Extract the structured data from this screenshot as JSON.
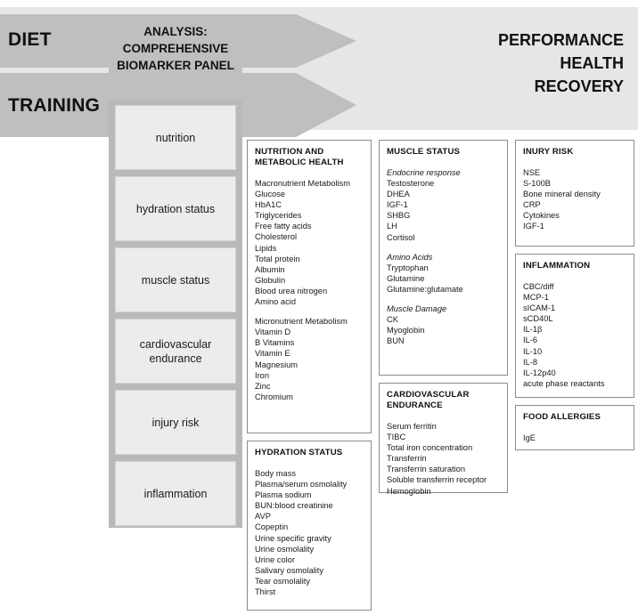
{
  "header": {
    "inputs": [
      {
        "label": "DIET"
      },
      {
        "label": "TRAINING"
      }
    ],
    "analysis_title_line1": "ANALYSIS:",
    "analysis_title_line2": "COMPREHENSIVE",
    "analysis_title_line3": "BIOMARKER PANEL",
    "outcomes": [
      {
        "label": "PERFORMANCE"
      },
      {
        "label": "HEALTH"
      },
      {
        "label": "RECOVERY"
      }
    ],
    "colors": {
      "band_background": "#e6e6e6",
      "arrow_fill": "#bfbfbf",
      "sidebar_backing": "#b9b9b9",
      "category_box_fill": "#ececec"
    }
  },
  "categories": [
    {
      "label": "nutrition"
    },
    {
      "label": "hydration status"
    },
    {
      "label": "muscle status"
    },
    {
      "label": "cardiovascular endurance"
    },
    {
      "label": "injury risk"
    },
    {
      "label": "inflammation"
    }
  ],
  "panels": [
    {
      "id": "nutrition",
      "title": "NUTRITION AND METABOLIC HEALTH",
      "items": [
        {
          "text": "Macronutrient Metabolism",
          "style": "plain"
        },
        {
          "text": "Glucose",
          "style": "plain"
        },
        {
          "text": "HbA1C",
          "style": "plain"
        },
        {
          "text": "Triglycerides",
          "style": "plain"
        },
        {
          "text": "Free fatty acids",
          "style": "plain"
        },
        {
          "text": "Cholesterol",
          "style": "plain"
        },
        {
          "text": "Lipids",
          "style": "plain"
        },
        {
          "text": "Total protein",
          "style": "plain"
        },
        {
          "text": "Albumin",
          "style": "plain"
        },
        {
          "text": "Globulin",
          "style": "plain"
        },
        {
          "text": "Blood urea nitrogen",
          "style": "plain"
        },
        {
          "text": "Amino acid",
          "style": "plain"
        },
        {
          "text": "",
          "style": "spacer"
        },
        {
          "text": "Micronutrient Metabolism",
          "style": "plain"
        },
        {
          "text": "Vitamin D",
          "style": "plain"
        },
        {
          "text": "B Vitamins",
          "style": "plain"
        },
        {
          "text": "Vitamin E",
          "style": "plain"
        },
        {
          "text": "Magnesium",
          "style": "plain"
        },
        {
          "text": "Iron",
          "style": "plain"
        },
        {
          "text": "Zinc",
          "style": "plain"
        },
        {
          "text": "Chromium",
          "style": "plain"
        }
      ]
    },
    {
      "id": "hydration",
      "title": "HYDRATION STATUS",
      "items": [
        {
          "text": "Body mass",
          "style": "plain"
        },
        {
          "text": "Plasma/serum osmolality",
          "style": "plain"
        },
        {
          "text": "Plasma sodium",
          "style": "plain"
        },
        {
          "text": "BUN:blood creatinine",
          "style": "plain"
        },
        {
          "text": "AVP",
          "style": "plain"
        },
        {
          "text": "Copeptin",
          "style": "plain"
        },
        {
          "text": "Urine specific gravity",
          "style": "plain"
        },
        {
          "text": "Urine osmolality",
          "style": "plain"
        },
        {
          "text": "Urine color",
          "style": "plain"
        },
        {
          "text": "Salivary osmolality",
          "style": "plain"
        },
        {
          "text": "Tear osmolality",
          "style": "plain"
        },
        {
          "text": "Thirst",
          "style": "plain"
        }
      ]
    },
    {
      "id": "muscle",
      "title": "MUSCLE STATUS",
      "items": [
        {
          "text": "Endocrine response",
          "style": "subhead"
        },
        {
          "text": "Testosterone",
          "style": "plain"
        },
        {
          "text": "DHEA",
          "style": "plain"
        },
        {
          "text": "IGF-1",
          "style": "plain"
        },
        {
          "text": "SHBG",
          "style": "plain"
        },
        {
          "text": "LH",
          "style": "plain"
        },
        {
          "text": "Cortisol",
          "style": "plain"
        },
        {
          "text": "",
          "style": "spacer"
        },
        {
          "text": "Amino Acids",
          "style": "subhead"
        },
        {
          "text": "Tryptophan",
          "style": "plain"
        },
        {
          "text": "Glutamine",
          "style": "plain"
        },
        {
          "text": "Glutamine:glutamate",
          "style": "plain"
        },
        {
          "text": "",
          "style": "spacer"
        },
        {
          "text": "Muscle Damage",
          "style": "subhead"
        },
        {
          "text": "CK",
          "style": "plain"
        },
        {
          "text": "Myoglobin",
          "style": "plain"
        },
        {
          "text": "BUN",
          "style": "plain"
        }
      ]
    },
    {
      "id": "cardio",
      "title": "CARDIOVASCULAR ENDURANCE",
      "items": [
        {
          "text": "Serum ferritin",
          "style": "plain"
        },
        {
          "text": "TIBC",
          "style": "plain"
        },
        {
          "text": "Total iron concentration",
          "style": "plain"
        },
        {
          "text": "Transferrin",
          "style": "plain"
        },
        {
          "text": "Transferrin saturation",
          "style": "plain"
        },
        {
          "text": "Soluble transferrin receptor",
          "style": "plain"
        },
        {
          "text": "Hemoglobin",
          "style": "plain"
        }
      ]
    },
    {
      "id": "injury",
      "title": "INURY RISK",
      "items": [
        {
          "text": "NSE",
          "style": "plain"
        },
        {
          "text": "S-100B",
          "style": "plain"
        },
        {
          "text": "Bone mineral density",
          "style": "plain"
        },
        {
          "text": "CRP",
          "style": "plain"
        },
        {
          "text": "Cytokines",
          "style": "plain"
        },
        {
          "text": "IGF-1",
          "style": "plain"
        }
      ]
    },
    {
      "id": "inflammation",
      "title": "INFLAMMATION",
      "items": [
        {
          "text": "CBC/diff",
          "style": "plain"
        },
        {
          "text": "MCP-1",
          "style": "plain"
        },
        {
          "text": "sICAM-1",
          "style": "plain"
        },
        {
          "text": "sCD40L",
          "style": "plain"
        },
        {
          "text": "IL-1β",
          "style": "plain"
        },
        {
          "text": "IL-6",
          "style": "plain"
        },
        {
          "text": "IL-10",
          "style": "plain"
        },
        {
          "text": "IL-8",
          "style": "plain"
        },
        {
          "text": "IL-12p40",
          "style": "plain"
        },
        {
          "text": "acute phase reactants",
          "style": "plain"
        }
      ]
    },
    {
      "id": "allergies",
      "title": "FOOD ALLERGIES",
      "items": [
        {
          "text": "IgE",
          "style": "plain"
        }
      ]
    }
  ]
}
